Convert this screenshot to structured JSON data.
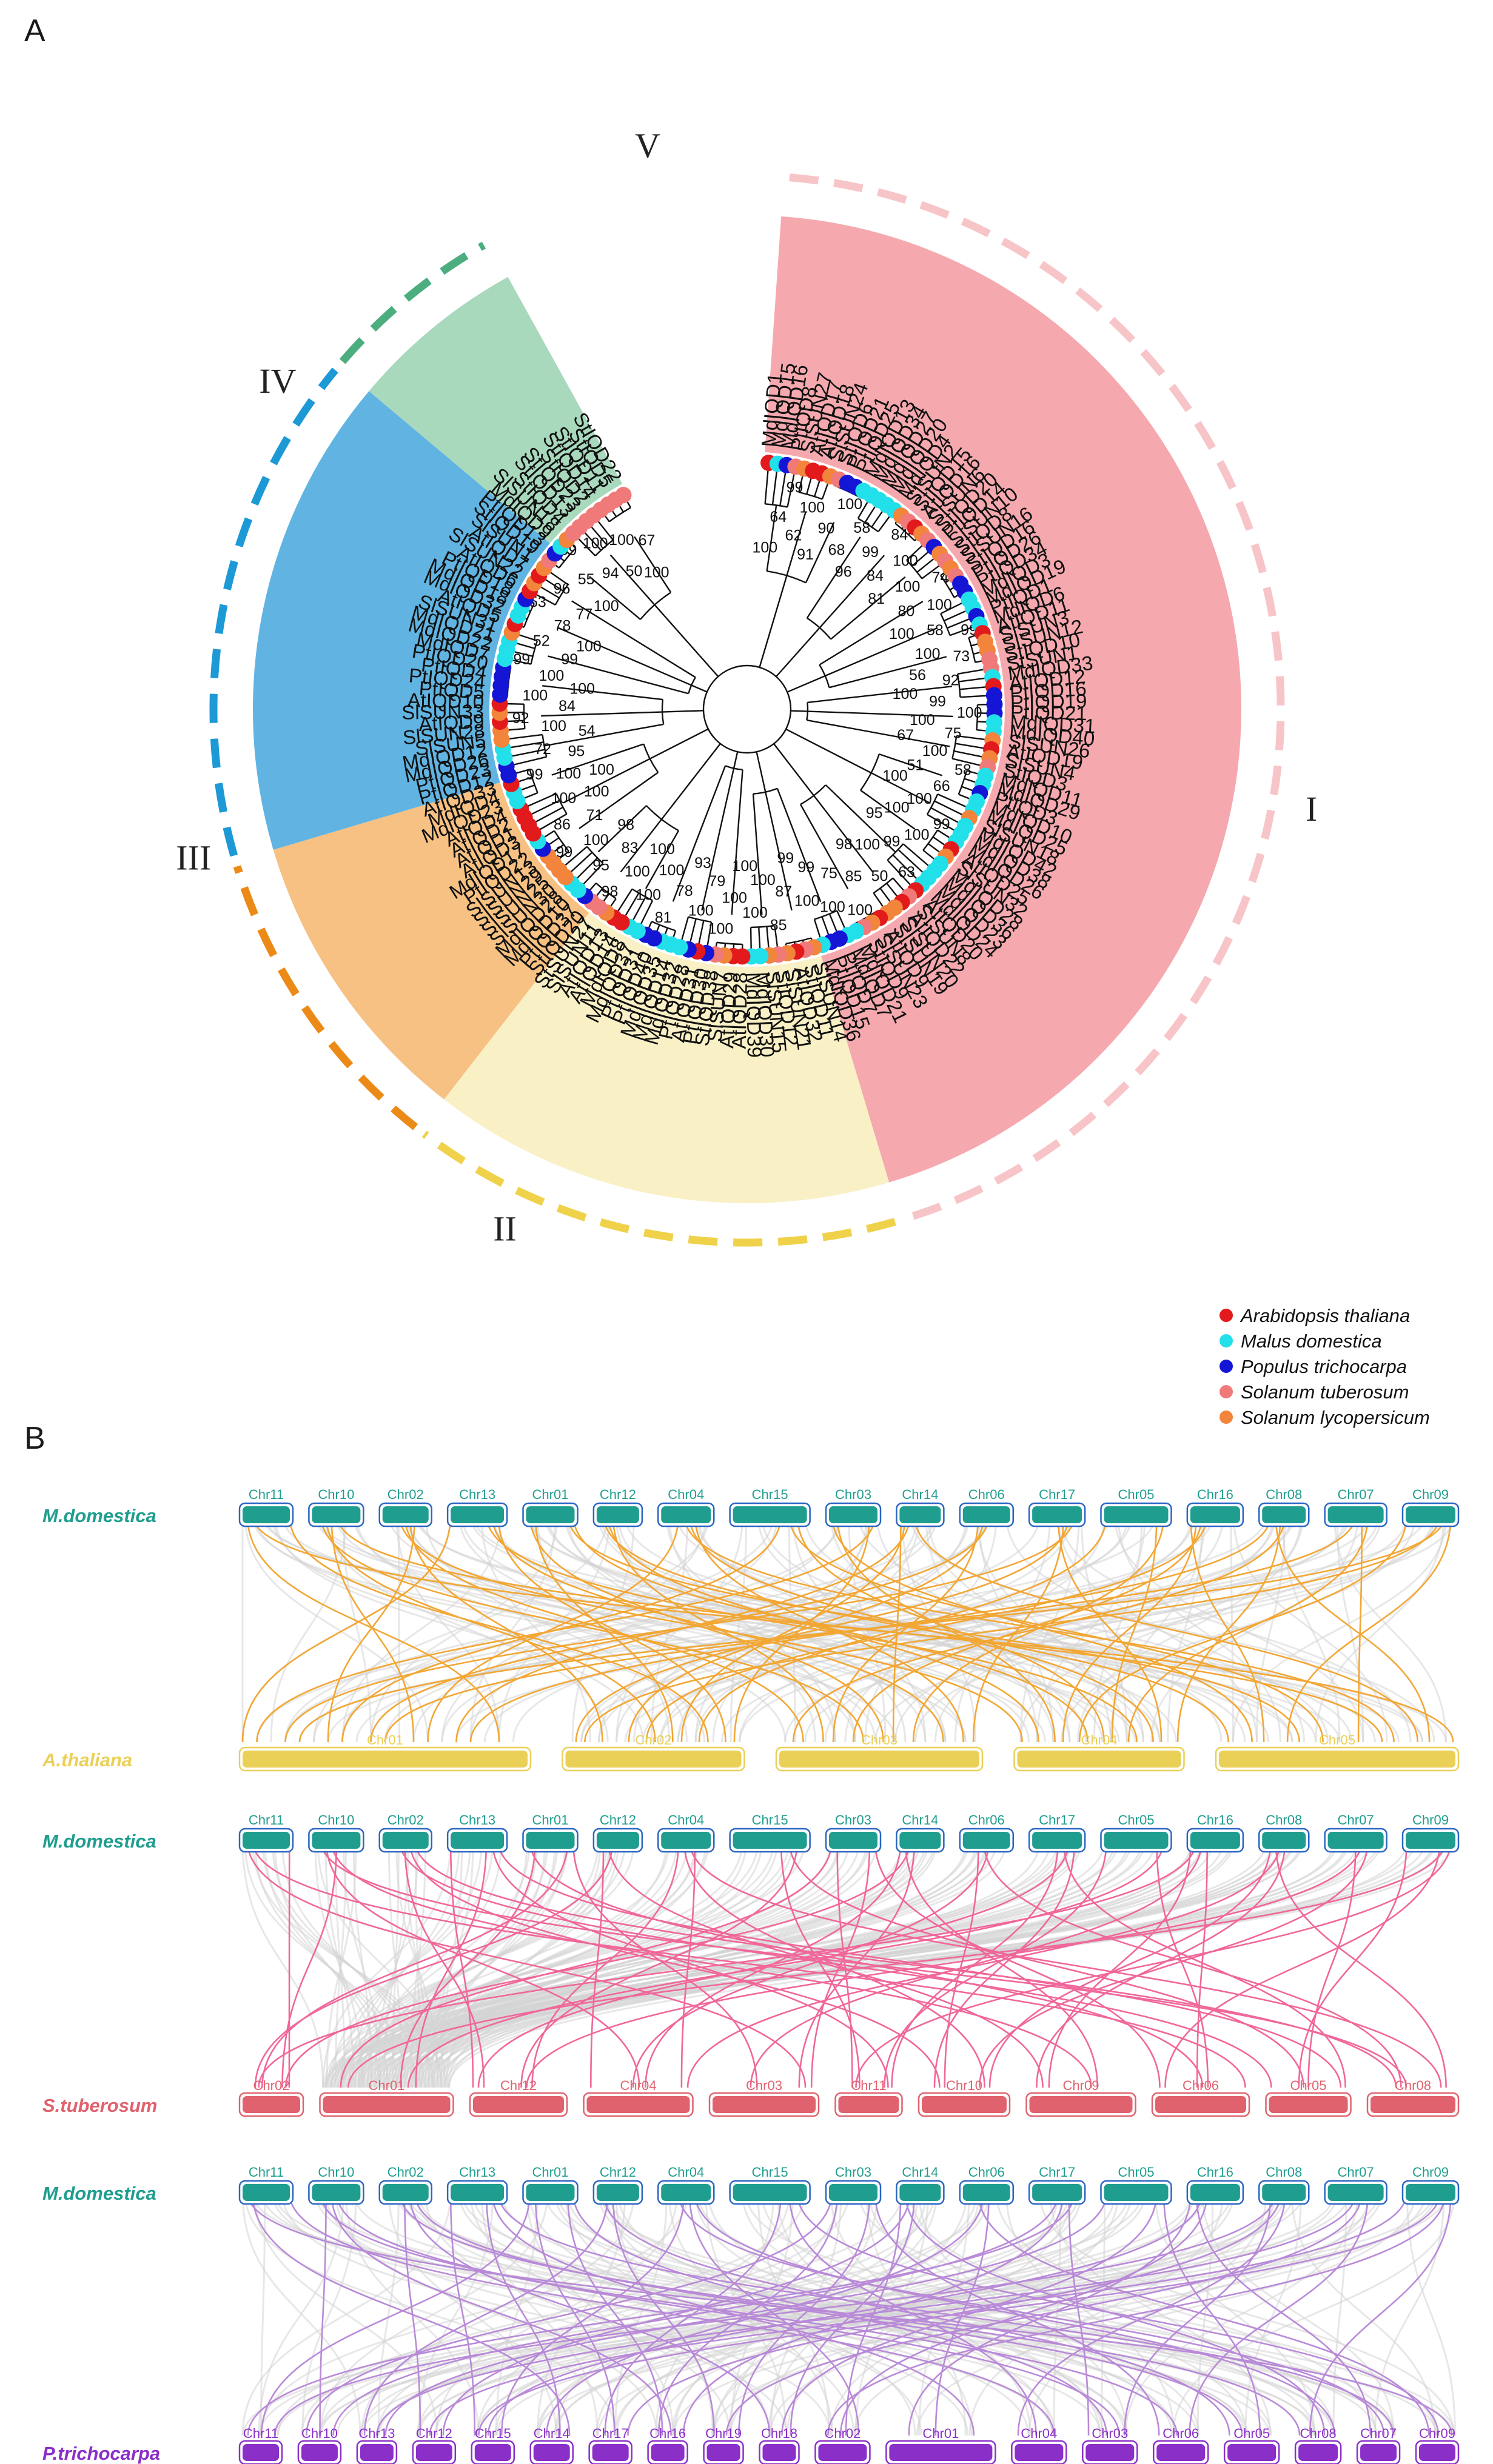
{
  "panels": {
    "a_label": "A",
    "b_label": "B"
  },
  "tree": {
    "leaves": [
      "MdIQD1",
      "MdIQD15",
      "MdIQD16",
      "PtIQD8",
      "SlSUN27",
      "AtIQD17",
      "AtIQD18",
      "SlSUN24",
      "StIQD6",
      "PtIQD21",
      "PtIQD25",
      "MdIQD13",
      "MdIQD34",
      "MdIQD27",
      "MdIQD20",
      "MdIQD4",
      "SlSUN2",
      "StIQD15",
      "AtIQD16",
      "SlSUN6",
      "StIQD20",
      "PtIQD14",
      "SlSUN10",
      "StIQD8",
      "SlSUN16",
      "StIQD16",
      "PtIQD26",
      "PtIQD34",
      "MdIQD3",
      "MdIQD19",
      "PtIQD1",
      "MdIQD6",
      "AtIQD11",
      "SlSUN3",
      "SlSUN12",
      "StIQD10",
      "StSUN1",
      "MdIQD33",
      "AtIQD12",
      "PtIQD16",
      "PtIQD19",
      "PtIQD21",
      "MdIQD31",
      "MdIQD40",
      "SlSUN26",
      "AtIQD19",
      "SlSUN4",
      "StIQD3",
      "MdIQD11",
      "MdIQD29",
      "PtIQD3",
      "MdIQD10",
      "MdIQD25",
      "SlSUN18",
      "MdIQD42",
      "MdIQD38",
      "MdIQD26",
      "AtIQD25",
      "SlSUN32",
      "MdIQD28",
      "MdIQD36",
      "MdIQD23",
      "MdIQD24",
      "AtIQD20",
      "StSUN8",
      "AtIQD22",
      "SlSUN20",
      "SlSUN19",
      "AtIQD9",
      "SlSUN23",
      "StIQD9",
      "MdIQD21",
      "MdIQD7",
      "PtIQD7",
      "PtIQD15",
      "MdIQD36",
      "SlSUN14",
      "StIQD11",
      "AtIQD32",
      "SlSUN21",
      "StIQD12",
      "SlSUN15",
      "MdIQD30",
      "MdIQD39",
      "AtIQD28",
      "AtIQD29",
      "SlSUN7",
      "StIQD38",
      "PtIQD30",
      "AtIQD31",
      "PtIQD28",
      "MdIQD32",
      "MdIQD14",
      "MdIQD35",
      "PtIQD40",
      "PtIQD31",
      "MdIQD37",
      "MdIQD8",
      "AtIQD14",
      "AtIQD13",
      "SlSUN11",
      "StSUN27",
      "StIQD20",
      "PtIQD37",
      "MdIQD10",
      "MdIQD28",
      "SlSUN30",
      "SlSUN25",
      "SlSUN29",
      "SlSUN13",
      "PtIQD22",
      "MdIQD17",
      "AtIQD3",
      "AtIQD1",
      "AtIQD2",
      "AtIQD4",
      "MdIQD23",
      "MdIQD4",
      "AtIQD33",
      "PtIQD12",
      "PtIQD23",
      "MdIQD26",
      "MdIQD12",
      "SlSUN5",
      "SlSUN28",
      "AtIQD9",
      "SlSUN33",
      "AtIQD10",
      "PtIQD5",
      "PtIQD24",
      "PtIQD4",
      "PtIQD20",
      "MdIQD7",
      "MdIQD22",
      "MdIQD21",
      "SlSUN31",
      "AtIQD5",
      "MdIQD32",
      "MdIQD18",
      "PtIQD18",
      "AtIQD6",
      "SlSUN22",
      "AtIQD7",
      "SlSUN1",
      "StIQD19",
      "PtIQD13",
      "MdIQD9",
      "SlSUN18",
      "StIQD4",
      "StIQD13",
      "StIQD23",
      "StIQD2",
      "StIQD14",
      "StIQD11",
      "StIQD5",
      "StIQD22"
    ],
    "species_colors": [
      "#e31a1c",
      "#22e0ea",
      "#1515d6",
      "#f07a7a",
      "#f2843c",
      "#e31a1c",
      "#e31a1c",
      "#f2843c",
      "#f07a7a",
      "#1515d6",
      "#1515d6",
      "#22e0ea",
      "#22e0ea",
      "#22e0ea",
      "#22e0ea",
      "#22e0ea",
      "#f2843c",
      "#f07a7a",
      "#e31a1c",
      "#f2843c",
      "#f07a7a",
      "#1515d6",
      "#f2843c",
      "#f07a7a",
      "#f2843c",
      "#f07a7a",
      "#1515d6",
      "#1515d6",
      "#22e0ea",
      "#22e0ea",
      "#1515d6",
      "#22e0ea",
      "#e31a1c",
      "#f2843c",
      "#f2843c",
      "#f07a7a",
      "#f07a7a",
      "#22e0ea",
      "#e31a1c",
      "#1515d6",
      "#1515d6",
      "#1515d6",
      "#22e0ea",
      "#22e0ea",
      "#f2843c",
      "#e31a1c",
      "#f2843c",
      "#f07a7a",
      "#22e0ea",
      "#22e0ea",
      "#1515d6",
      "#22e0ea",
      "#22e0ea",
      "#f2843c",
      "#22e0ea",
      "#22e0ea",
      "#22e0ea",
      "#e31a1c",
      "#f2843c",
      "#22e0ea",
      "#22e0ea",
      "#22e0ea",
      "#22e0ea",
      "#e31a1c",
      "#f07a7a",
      "#e31a1c",
      "#f2843c",
      "#f2843c",
      "#e31a1c",
      "#f2843c",
      "#f07a7a",
      "#22e0ea",
      "#22e0ea",
      "#1515d6",
      "#1515d6",
      "#22e0ea",
      "#f2843c",
      "#f07a7a",
      "#e31a1c",
      "#f2843c",
      "#f07a7a",
      "#f2843c",
      "#22e0ea",
      "#22e0ea",
      "#e31a1c",
      "#e31a1c",
      "#f2843c",
      "#f07a7a",
      "#1515d6",
      "#e31a1c",
      "#1515d6",
      "#22e0ea",
      "#22e0ea",
      "#22e0ea",
      "#1515d6",
      "#1515d6",
      "#22e0ea",
      "#22e0ea",
      "#e31a1c",
      "#e31a1c",
      "#f2843c",
      "#f07a7a",
      "#f07a7a",
      "#1515d6",
      "#22e0ea",
      "#22e0ea",
      "#f2843c",
      "#f2843c",
      "#f2843c",
      "#f2843c",
      "#1515d6",
      "#22e0ea",
      "#e31a1c",
      "#e31a1c",
      "#e31a1c",
      "#e31a1c",
      "#22e0ea",
      "#22e0ea",
      "#e31a1c",
      "#1515d6",
      "#1515d6",
      "#22e0ea",
      "#22e0ea",
      "#f2843c",
      "#f2843c",
      "#e31a1c",
      "#f2843c",
      "#e31a1c",
      "#1515d6",
      "#1515d6",
      "#1515d6",
      "#1515d6",
      "#22e0ea",
      "#22e0ea",
      "#22e0ea",
      "#f2843c",
      "#e31a1c",
      "#22e0ea",
      "#22e0ea",
      "#1515d6",
      "#e31a1c",
      "#f2843c",
      "#e31a1c",
      "#f2843c",
      "#f07a7a",
      "#1515d6",
      "#22e0ea",
      "#f2843c",
      "#f07a7a",
      "#f07a7a",
      "#f07a7a",
      "#f07a7a",
      "#f07a7a",
      "#f07a7a",
      "#f07a7a",
      "#f07a7a"
    ],
    "bootstrap_values": [
      "100",
      "64",
      "99",
      "62",
      "100",
      "91",
      "90",
      "100",
      "68",
      "58",
      "96",
      "99",
      "84",
      "84",
      "100",
      "81",
      "100",
      "74",
      "80",
      "100",
      "100",
      "58",
      "99",
      "100",
      "73",
      "56",
      "92",
      "100",
      "99",
      "100",
      "100",
      "75",
      "67",
      "100",
      "58",
      "51",
      "66",
      "100",
      "100",
      "99",
      "100",
      "100",
      "95",
      "99",
      "63",
      "100",
      "50",
      "98",
      "85",
      "100",
      "75",
      "100",
      "99",
      "100",
      "99",
      "87",
      "85",
      "100",
      "100",
      "100",
      "100",
      "100",
      "79",
      "100",
      "93",
      "78",
      "81",
      "100",
      "100",
      "100",
      "100",
      "98",
      "83",
      "95",
      "98",
      "100",
      "99",
      "71",
      "86",
      "100",
      "100",
      "100",
      "100",
      "99",
      "95",
      "72",
      "54",
      "100",
      "92",
      "84",
      "100",
      "100",
      "100",
      "99",
      "99",
      "52",
      "100",
      "78",
      "53",
      "77",
      "96",
      "100",
      "55",
      "99",
      "94",
      "100",
      "50",
      "100",
      "100",
      "67"
    ],
    "clades": [
      {
        "label": "I",
        "color": "#f5a9ae",
        "dash_color": "#f7c5c8"
      },
      {
        "label": "II",
        "color": "#f9f0c6",
        "dash_color": "#efd24a"
      },
      {
        "label": "III",
        "color": "#f6c182",
        "dash_color": "#ec8a17"
      },
      {
        "label": "IV",
        "color": "#61b4e2",
        "dash_color": "#1d9ad6"
      },
      {
        "label": "V",
        "color": "#a9d9bd",
        "dash_color": "#4cae7f"
      }
    ]
  },
  "legend": [
    {
      "label": "Arabidopsis thaliana",
      "color": "#e31a1c"
    },
    {
      "label": "Malus domestica",
      "color": "#22e0ea"
    },
    {
      "label": "Populus trichocarpa",
      "color": "#1515d6"
    },
    {
      "label": "Solanum tuberosum",
      "color": "#f07a7a"
    },
    {
      "label": "Solanum lycopersicum",
      "color": "#f2843c"
    }
  ],
  "synteny": [
    {
      "top_species": "M.domestica",
      "top_color": "#1f9e8f",
      "top_chrs": [
        "Chr11",
        "Chr10",
        "Chr02",
        "Chr13",
        "Chr01",
        "Chr12",
        "Chr04",
        "Chr15",
        "Chr03",
        "Chr14",
        "Chr06",
        "Chr17",
        "Chr05",
        "Chr16",
        "Chr08",
        "Chr07",
        "Chr09"
      ],
      "bottom_species": "A.thaliana",
      "bottom_color": "#ead056",
      "bottom_chrs": [
        "Chr01",
        "Chr02",
        "Chr03",
        "Chr04",
        "Chr05"
      ],
      "link_color": "#f2a735"
    },
    {
      "top_species": "M.domestica",
      "top_color": "#1f9e8f",
      "top_chrs": [
        "Chr11",
        "Chr10",
        "Chr02",
        "Chr13",
        "Chr01",
        "Chr12",
        "Chr04",
        "Chr15",
        "Chr03",
        "Chr14",
        "Chr06",
        "Chr17",
        "Chr05",
        "Chr16",
        "Chr08",
        "Chr07",
        "Chr09"
      ],
      "bottom_species": "S.tuberosum",
      "bottom_color": "#e0626e",
      "bottom_chrs": [
        "Chr02",
        "Chr01",
        "Chr12",
        "Chr04",
        "Chr03",
        "Chr11",
        "Chr10",
        "Chr09",
        "Chr06",
        "Chr05",
        "Chr08"
      ],
      "link_color": "#f0679a"
    },
    {
      "top_species": "M.domestica",
      "top_color": "#1f9e8f",
      "top_chrs": [
        "Chr11",
        "Chr10",
        "Chr02",
        "Chr13",
        "Chr01",
        "Chr12",
        "Chr04",
        "Chr15",
        "Chr03",
        "Chr14",
        "Chr06",
        "Chr17",
        "Chr05",
        "Chr16",
        "Chr08",
        "Chr07",
        "Chr09"
      ],
      "bottom_species": "P.trichocarpa",
      "bottom_color": "#8b2fc9",
      "bottom_chrs": [
        "Chr11",
        "Chr10",
        "Chr13",
        "Chr12",
        "Chr15",
        "Chr14",
        "Chr17",
        "Chr16",
        "Chr19",
        "Chr18",
        "Chr02",
        "Chr01",
        "Chr04",
        "Chr03",
        "Chr06",
        "Chr05",
        "Chr08",
        "Chr07",
        "Chr09"
      ],
      "link_color": "#b98ad8"
    }
  ]
}
